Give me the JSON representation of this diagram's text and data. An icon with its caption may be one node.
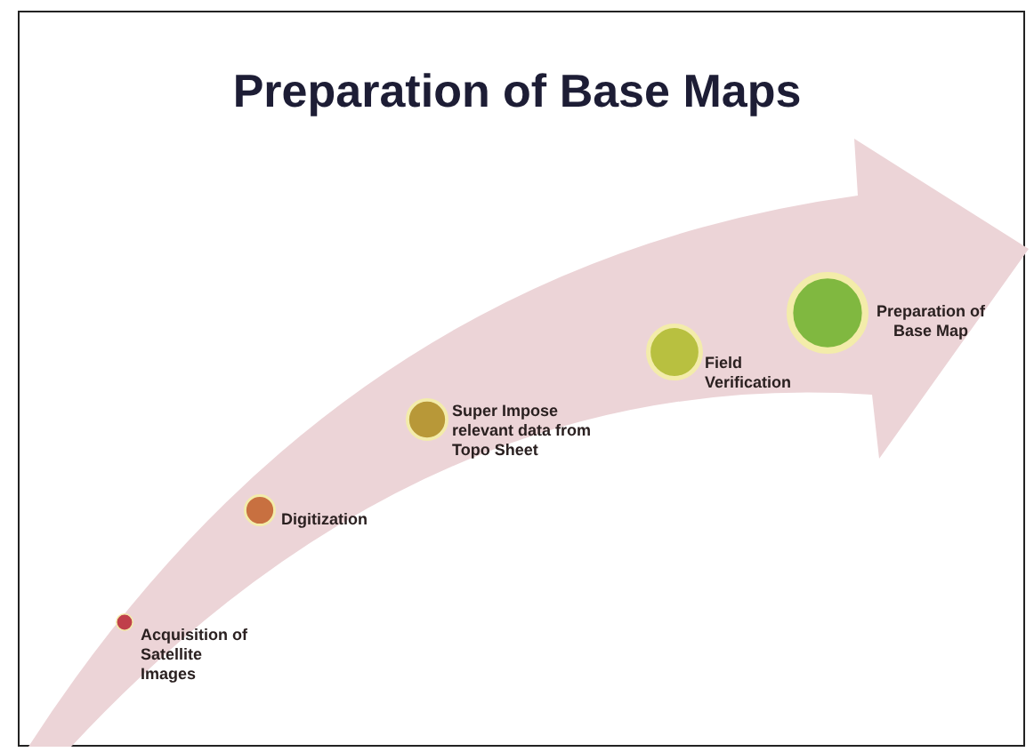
{
  "diagram": {
    "title": "Preparation of Base Maps",
    "nodes": [
      {
        "text": [],
        "shape": "circle",
        "beside": [
          "Acquisition of Satellite Images"
        ]
      },
      {
        "text": [],
        "shape": "circle",
        "beside": [
          "Digitization"
        ]
      },
      {
        "text": [],
        "shape": "circle",
        "beside": [
          "Super Impose relevant data from Topo Sheet"
        ]
      },
      {
        "text": [],
        "shape": "circle",
        "beside": [
          "Field Verification"
        ]
      },
      {
        "text": [],
        "shape": "circle",
        "beside": [
          "Preparation of Base Map"
        ]
      }
    ],
    "edges": []
  }
}
